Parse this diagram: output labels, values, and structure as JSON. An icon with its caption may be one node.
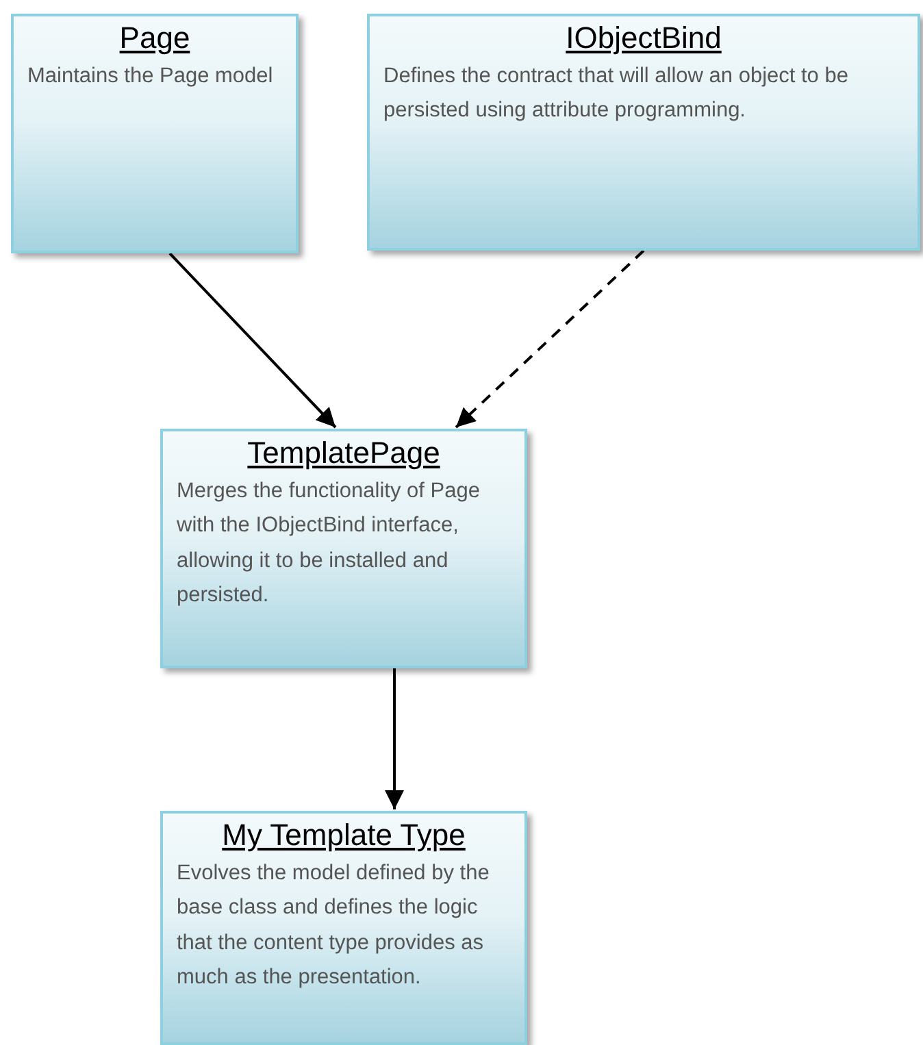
{
  "diagram": {
    "nodes": [
      {
        "text": [
          "Page",
          "Maintains the Page model"
        ]
      },
      {
        "text": [
          "IObjectBind",
          "Defines the contract that will allow an object to be persisted using attribute programming."
        ]
      },
      {
        "text": [
          "TemplatePage",
          "Merges the functionality of Page with the IObjectBind interface, allowing it to be installed and persisted."
        ]
      },
      {
        "text": [
          "My Template Type",
          "Evolves the model defined by the base class and defines the logic that the content type provides as much as the presentation."
        ]
      }
    ],
    "edges": [
      {
        "from": 0,
        "to": 2,
        "arrow": "to"
      },
      {
        "from": 1,
        "to": 2,
        "arrow": "to",
        "style": "dashed"
      },
      {
        "from": 2,
        "to": 3,
        "arrow": "to"
      }
    ]
  }
}
